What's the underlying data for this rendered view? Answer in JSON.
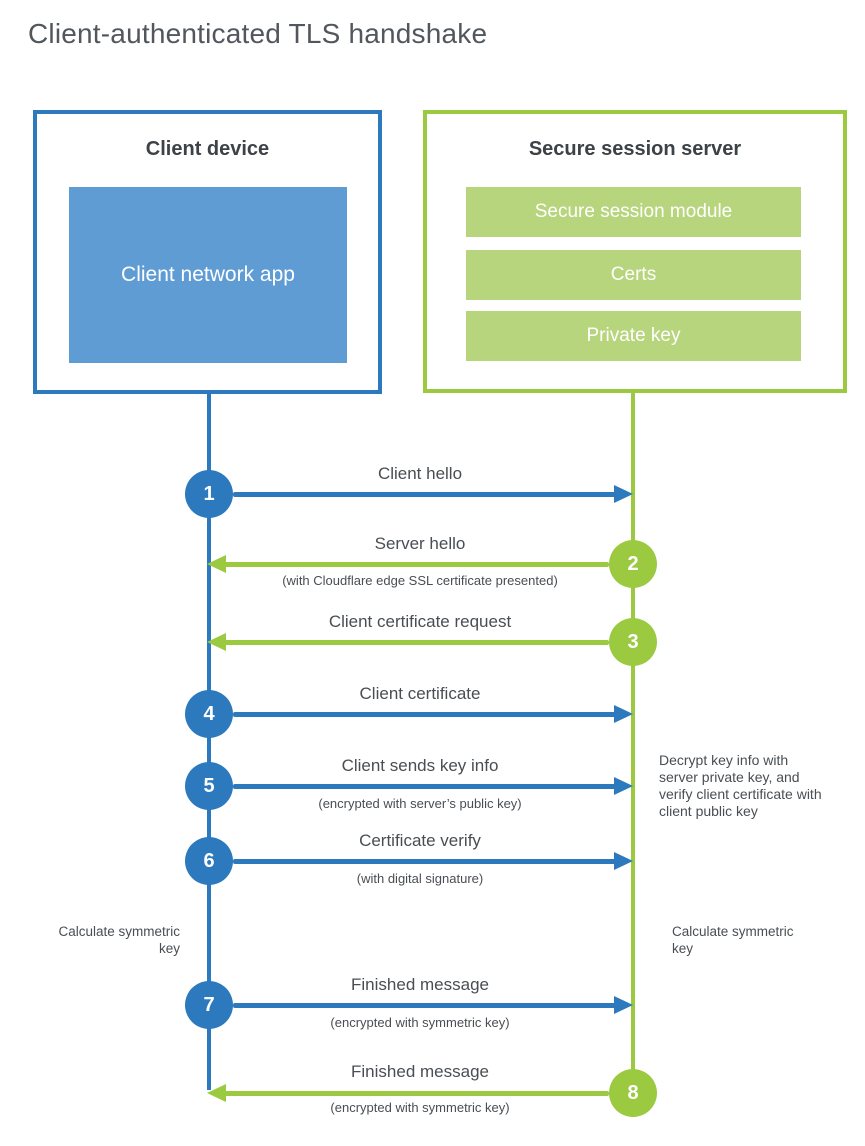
{
  "title": "Client-authenticated TLS handshake",
  "colors": {
    "blue": "#2c79bd",
    "blue_fill": "#5e9cd3",
    "green": "#9bca41",
    "green_fill": "#b7d57c"
  },
  "client": {
    "title": "Client device",
    "app_label": "Client network app"
  },
  "server": {
    "title": "Secure session server",
    "modules": [
      "Secure session module",
      "Certs",
      "Private key"
    ]
  },
  "steps": [
    {
      "number": "1",
      "label": "Client hello",
      "sublabel": "",
      "direction": "right",
      "actor": "client"
    },
    {
      "number": "2",
      "label": "Server hello",
      "sublabel": "(with Cloudflare edge SSL certificate presented)",
      "direction": "left",
      "actor": "server"
    },
    {
      "number": "3",
      "label": "Client certificate request",
      "sublabel": "",
      "direction": "left",
      "actor": "server"
    },
    {
      "number": "4",
      "label": "Client certificate",
      "sublabel": "",
      "direction": "right",
      "actor": "client"
    },
    {
      "number": "5",
      "label": "Client sends key info",
      "sublabel": "(encrypted with server’s public key)",
      "direction": "right",
      "actor": "client"
    },
    {
      "number": "6",
      "label": "Certificate verify",
      "sublabel": "(with digital signature)",
      "direction": "right",
      "actor": "client"
    },
    {
      "number": "7",
      "label": "Finished message",
      "sublabel": "(encrypted with symmetric key)",
      "direction": "right",
      "actor": "client"
    },
    {
      "number": "8",
      "label": "Finished message",
      "sublabel": "(encrypted with symmetric key)",
      "direction": "left",
      "actor": "server"
    }
  ],
  "annotations": {
    "server_note": "Decrypt key info with server private key, and verify client certificate with client public key",
    "client_calc": "Calculate symmetric key",
    "server_calc": "Calculate symmetric key"
  }
}
